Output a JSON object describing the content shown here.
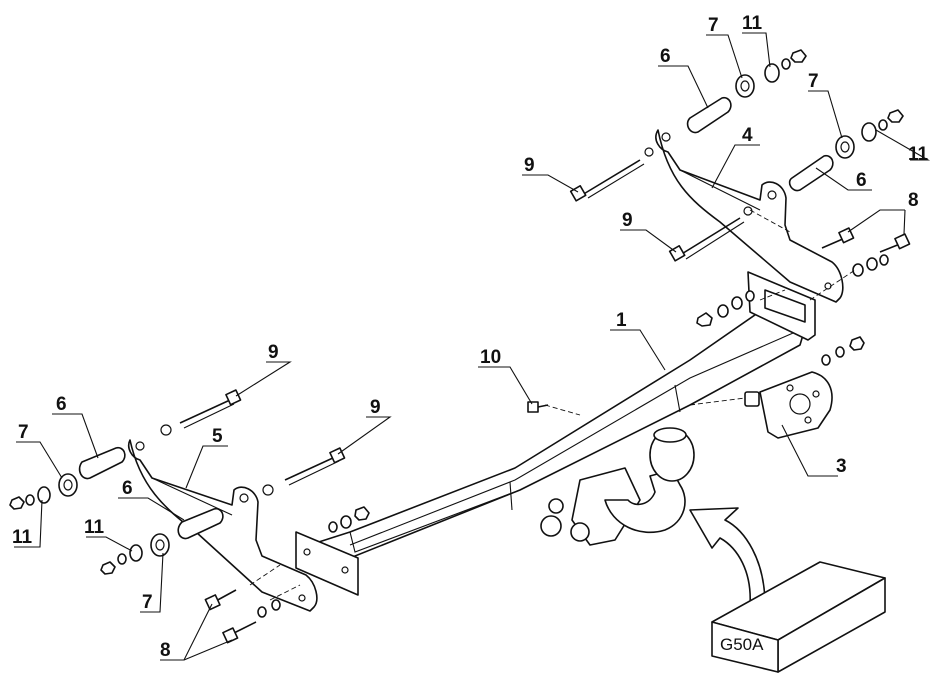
{
  "drawing": {
    "callouts": [
      {
        "id": "c1",
        "text": "1"
      },
      {
        "id": "c3",
        "text": "3"
      },
      {
        "id": "c4",
        "text": "4"
      },
      {
        "id": "c5",
        "text": "5"
      },
      {
        "id": "c6a",
        "text": "6"
      },
      {
        "id": "c6b",
        "text": "6"
      },
      {
        "id": "c6c",
        "text": "6"
      },
      {
        "id": "c6d",
        "text": "6"
      },
      {
        "id": "c7a",
        "text": "7"
      },
      {
        "id": "c7b",
        "text": "7"
      },
      {
        "id": "c7c",
        "text": "7"
      },
      {
        "id": "c7d",
        "text": "7"
      },
      {
        "id": "c8a",
        "text": "8"
      },
      {
        "id": "c8b",
        "text": "8"
      },
      {
        "id": "c9a",
        "text": "9"
      },
      {
        "id": "c9b",
        "text": "9"
      },
      {
        "id": "c9c",
        "text": "9"
      },
      {
        "id": "c9d",
        "text": "9"
      },
      {
        "id": "c10",
        "text": "10"
      },
      {
        "id": "c11a",
        "text": "11"
      },
      {
        "id": "c11b",
        "text": "11"
      },
      {
        "id": "c11c",
        "text": "11"
      },
      {
        "id": "c11d",
        "text": "11"
      }
    ],
    "box_label": "G50A"
  },
  "colors": {
    "ink": "#111111",
    "paper": "#ffffff"
  }
}
